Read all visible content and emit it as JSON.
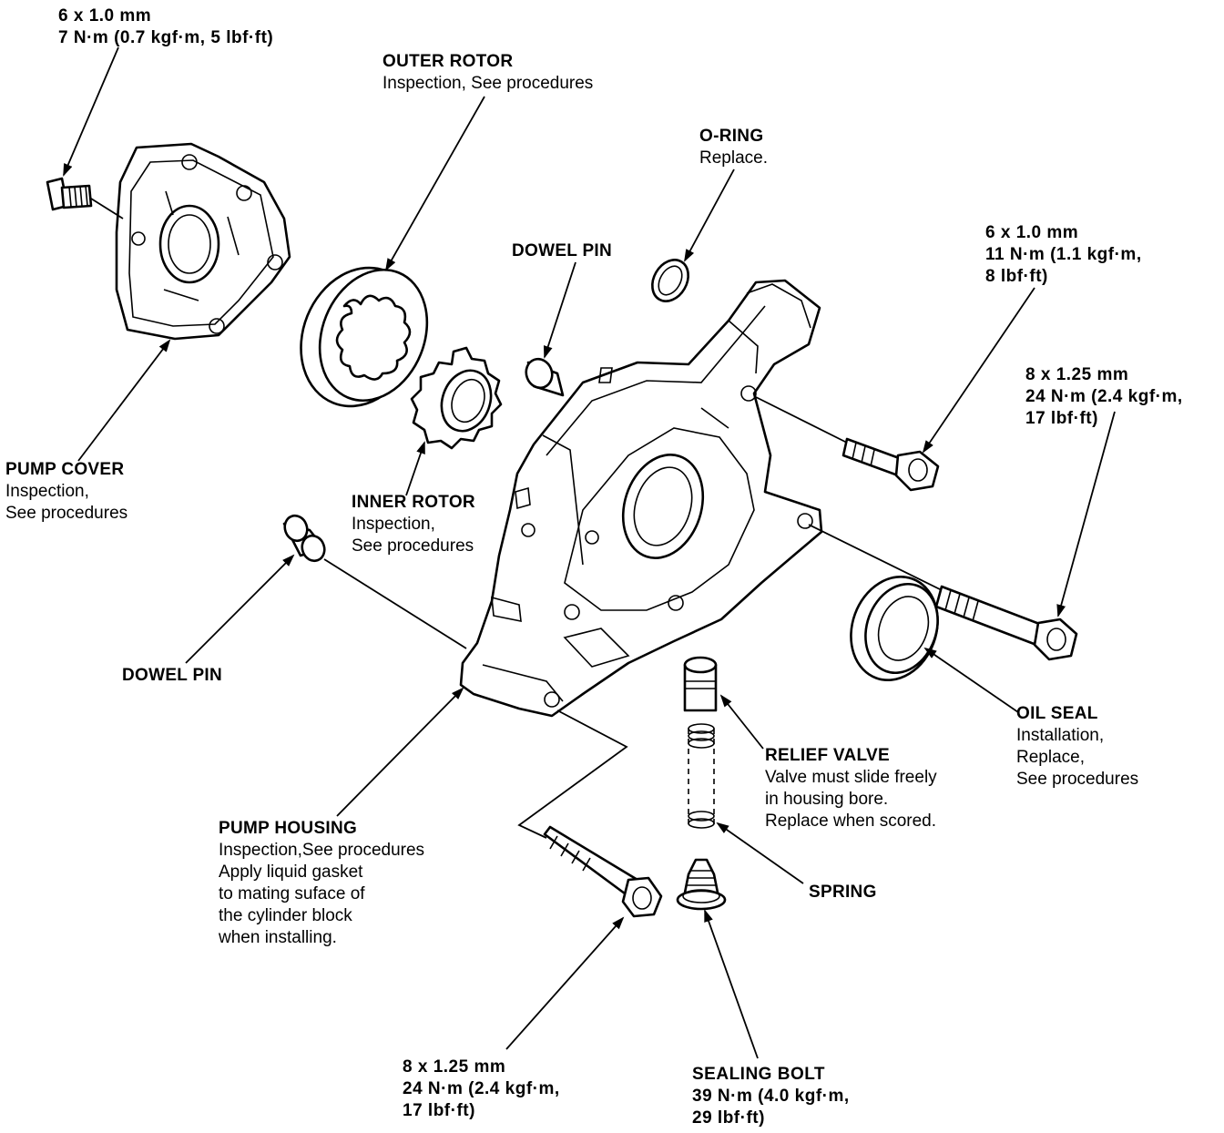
{
  "labels": {
    "cover_bolt": {
      "line1": "6 x 1.0 mm",
      "line2": "7 N·m (0.7 kgf·m, 5 lbf·ft)"
    },
    "outer_rotor": {
      "title": "OUTER ROTOR",
      "note": "Inspection, See procedures"
    },
    "o_ring": {
      "title": "O-RING",
      "note": "Replace."
    },
    "dowel_pin_top": {
      "title": "DOWEL PIN"
    },
    "upper_bolt": {
      "line1": "6 x 1.0 mm",
      "line2": "11 N·m (1.1 kgf·m,",
      "line3": "8 lbf·ft)"
    },
    "right_bolt": {
      "line1": "8 x 1.25 mm",
      "line2": "24 N·m (2.4 kgf·m,",
      "line3": "17 lbf·ft)"
    },
    "pump_cover": {
      "title": "PUMP COVER",
      "note1": "Inspection,",
      "note2": "See procedures"
    },
    "inner_rotor": {
      "title": "INNER ROTOR",
      "note1": "Inspection,",
      "note2": "See procedures"
    },
    "dowel_pin_left": {
      "title": "DOWEL PIN"
    },
    "oil_seal": {
      "title": "OIL SEAL",
      "note1": "Installation,",
      "note2": "Replace,",
      "note3": "See procedures"
    },
    "relief_valve": {
      "title": "RELIEF VALVE",
      "note1": "Valve must slide freely",
      "note2": "in housing bore.",
      "note3": "Replace when scored."
    },
    "pump_housing": {
      "title": "PUMP HOUSING",
      "note1": "Inspection,See procedures",
      "note2": "Apply liquid gasket",
      "note3": "to mating suface of",
      "note4": "the cylinder block",
      "note5": "when installing."
    },
    "spring": {
      "title": "SPRING"
    },
    "bottom_bolt": {
      "line1": "8 x 1.25 mm",
      "line2": "24 N·m (2.4 kgf·m,",
      "line3": "17 lbf·ft)"
    },
    "sealing_bolt": {
      "title": "SEALING BOLT",
      "line2": "39 N·m (4.0 kgf·m,",
      "line3": "29 lbf·ft)"
    }
  },
  "icons": [
    "bolt-icon",
    "pump-cover-icon",
    "outer-rotor-icon",
    "inner-rotor-icon",
    "o-ring-icon",
    "dowel-pin-icon",
    "pump-housing-icon",
    "oil-seal-icon",
    "relief-valve-icon",
    "spring-icon",
    "sealing-bolt-icon"
  ],
  "colors": {
    "ink": "#000000",
    "paper": "#ffffff"
  }
}
